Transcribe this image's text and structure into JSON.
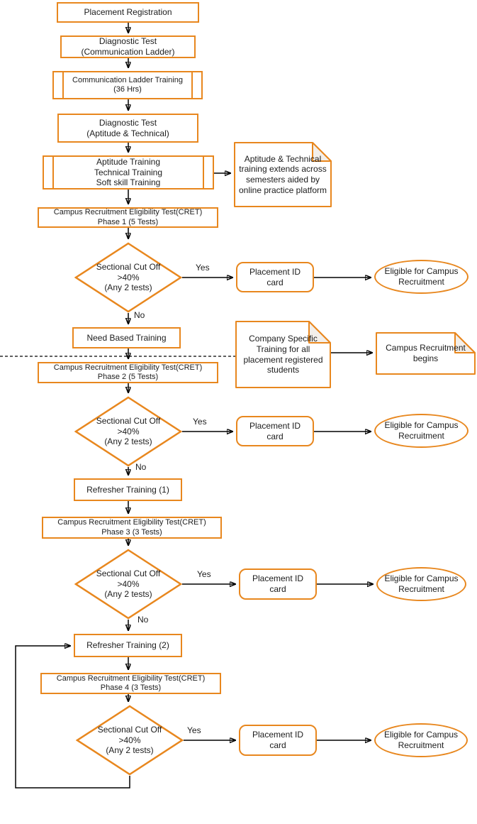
{
  "flowchart": {
    "colors": {
      "shape_border": "#E8871E",
      "fold_fill": "#F3EFEA",
      "connector": "#000000",
      "text": "#1C1C1C"
    },
    "nodes": {
      "placement_registration": "Placement Registration",
      "diagnostic_communication": "Diagnostic Test\n(Communication Ladder)",
      "communication_ladder_training": "Communication Ladder Training\n(36 Hrs)",
      "diagnostic_aptitude": "Diagnostic Test\n(Aptitude & Technical)",
      "aptitude_training": "Aptitude Training\nTechnical Training\nSoft skill Training",
      "aptitude_note": "Aptitude & Technical\ntraining extends across\nsemesters aided by\nonline practice platform",
      "need_based_training": "Need Based Training",
      "company_note": "Company Specific\nTraining for all\nplacement registered\nstudents",
      "campus_begins_note": "Campus Recruitment\nbegins",
      "refresher_training_1": "Refresher Training (1)",
      "refresher_training_2": "Refresher Training (2)"
    },
    "phases": [
      {
        "cret": "Campus Recruitment Eligibility Test(CRET)\nPhase 1 (5 Tests)",
        "decision": "Sectional Cut Off\n>40%\n(Any 2 tests)",
        "yes_label": "Yes",
        "no_label": "No",
        "id_card": "Placement ID card",
        "outcome": "Eligible for Campus\nRecruitment"
      },
      {
        "cret": "Campus Recruitment Eligibility Test(CRET)\nPhase 2 (5 Tests)",
        "decision": "Sectional Cut Off\n>40%\n(Any 2 tests)",
        "yes_label": "Yes",
        "no_label": "No",
        "id_card": "Placement ID card",
        "outcome": "Eligible for Campus\nRecruitment"
      },
      {
        "cret": "Campus Recruitment Eligibility Test(CRET)\nPhase 3 (3 Tests)",
        "decision": "Sectional Cut Off\n>40%\n(Any 2 tests)",
        "yes_label": "Yes",
        "no_label": "No",
        "id_card": "Placement ID card",
        "outcome": "Eligible for Campus\nRecruitment"
      },
      {
        "cret": "Campus Recruitment Eligibility Test(CRET)\nPhase 4 (3 Tests)",
        "decision": "Sectional Cut Off\n>40%\n(Any 2 tests)",
        "yes_label": "Yes",
        "id_card": "Placement ID card",
        "outcome": "Eligible for Campus\nRecruitment"
      }
    ]
  }
}
